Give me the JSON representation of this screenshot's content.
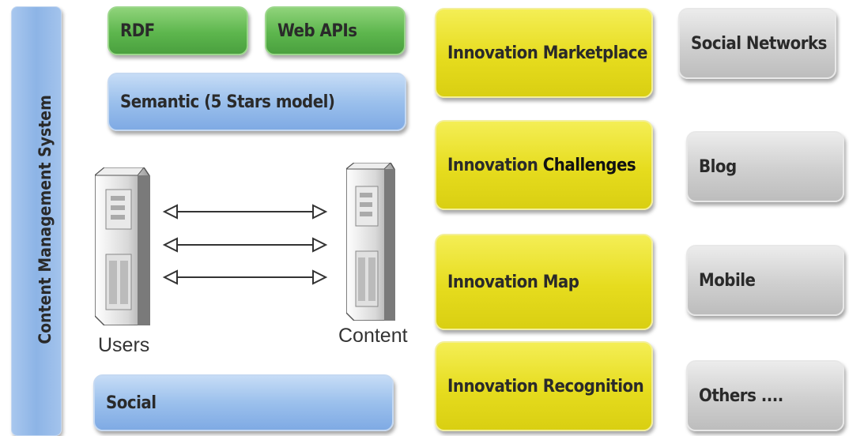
{
  "side_label": "Content Management System",
  "top_boxes": {
    "rdf": "RDF",
    "web_apis": "Web APIs"
  },
  "semantic": "Semantic (5 Stars model)",
  "social": "Social",
  "servers": {
    "users": "Users",
    "content": "Content"
  },
  "innovation": {
    "marketplace": "Innovation Marketplace",
    "challenges_prefix": "Innovation ",
    "challenges_suffix": "Challenges",
    "map": "Innovation Map",
    "recognition": "Innovation Recognition"
  },
  "channels": {
    "social_networks": "Social Networks",
    "blog": "Blog",
    "mobile": "Mobile",
    "others": "Others ...."
  }
}
